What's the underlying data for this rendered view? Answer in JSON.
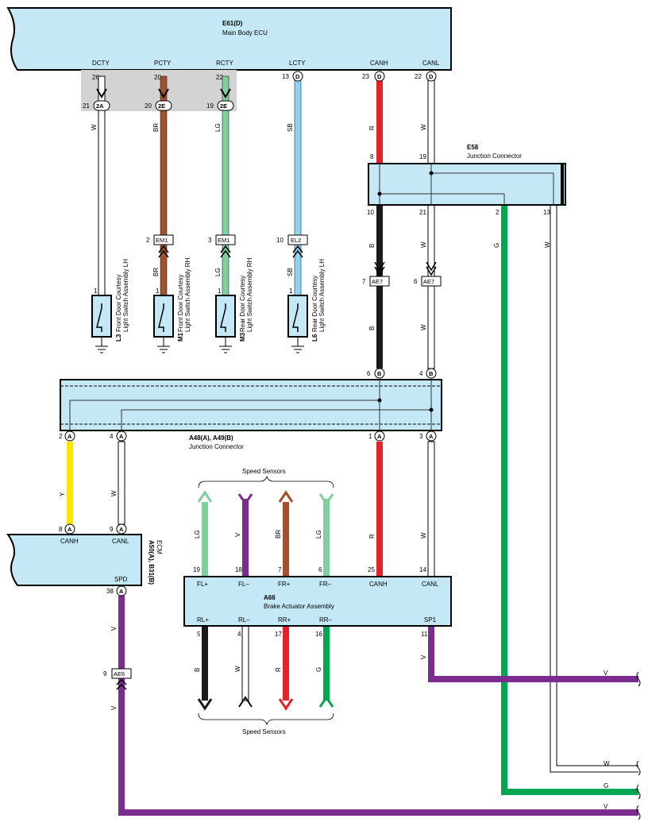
{
  "components": {
    "main_ecu": {
      "code": "E61(D)",
      "name": "Main Body ECU",
      "pins": [
        {
          "name": "DCTY",
          "num": "26"
        },
        {
          "name": "PCTY",
          "num": "20"
        },
        {
          "name": "RCTY",
          "num": "22"
        },
        {
          "name": "LCTY",
          "num": "13",
          "conn": "D"
        },
        {
          "name": "CANH",
          "num": "23",
          "conn": "D"
        },
        {
          "name": "CANL",
          "num": "22",
          "conn": "D"
        }
      ]
    },
    "junction_e58": {
      "code": "E58",
      "name": "Junction Connector"
    },
    "junction_a48": {
      "code": "A48(A), A49(B)",
      "name": "Junction Connector"
    },
    "ecm": {
      "code": "A50(A), B31(B)",
      "name": "ECM",
      "canh": "CANH",
      "canl": "CANL",
      "spd": "SPD"
    },
    "brake": {
      "code": "A66",
      "name": "Brake Actuator Assembly",
      "top_pins": [
        "FL+",
        "FL–",
        "FR+",
        "FR–",
        "CANH",
        "CANL"
      ],
      "bottom_pins": [
        "RL+",
        "RL–",
        "RR+",
        "RR–",
        "SP1"
      ]
    },
    "switches": [
      {
        "code": "L3",
        "name": "Front Door Courtesy",
        "name2": "Light Switch Assembly LH"
      },
      {
        "code": "M1",
        "name": "Front Door Courtesy",
        "name2": "Light Switch Assembly RH"
      },
      {
        "code": "M3",
        "name": "Rear Door Courtesy",
        "name2": "Light Switch Assembly RH"
      },
      {
        "code": "L6",
        "name": "Rear Door Courtesy",
        "name2": "Light Switch Assembly LH"
      }
    ]
  },
  "connectors": {
    "c2a": "2A",
    "c2e": "2E",
    "d": "D",
    "a": "A",
    "b": "B",
    "em1": "EM1",
    "el2": "EL2",
    "ae7": "AE7",
    "ae6": "AE6"
  },
  "pins": {
    "p21": "21",
    "p20": "20",
    "p19": "19",
    "p1": "1",
    "p2": "2",
    "p3": "3",
    "p10": "10",
    "p8": "8",
    "p19b": "19",
    "p10b": "10",
    "p21b": "21",
    "p2b": "2",
    "p13": "13",
    "p7": "7",
    "p6": "6",
    "p6b": "6",
    "p4b": "4",
    "p2a": "2",
    "p4a": "4",
    "p1a": "1",
    "p3a": "3",
    "p8a": "8",
    "p9a": "9",
    "p38": "38",
    "p9": "9",
    "bt19": "19",
    "bt18": "18",
    "bt7": "7",
    "bt6": "6",
    "bt25": "25",
    "bt14": "14",
    "bb5": "5",
    "bb4": "4",
    "bb17": "17",
    "bb16": "16",
    "bb11": "11"
  },
  "wire_colors": {
    "W": "W",
    "BR": "BR",
    "LG": "LG",
    "SB": "SB",
    "R": "R",
    "B": "B",
    "G": "G",
    "Y": "Y",
    "V": "V"
  },
  "speed_sensors": "Speed Sensors",
  "colors": {
    "ecu_fill": "#c5e8f7",
    "gray": "#d3d3d3",
    "W": "#ffffff",
    "BR": "#a0522d",
    "LG": "#7fcf9f",
    "SB": "#8fd3f4",
    "R": "#e8202a",
    "B": "#1a1a1a",
    "G": "#00a651",
    "Y": "#ffe600",
    "V": "#7b2c8f"
  }
}
